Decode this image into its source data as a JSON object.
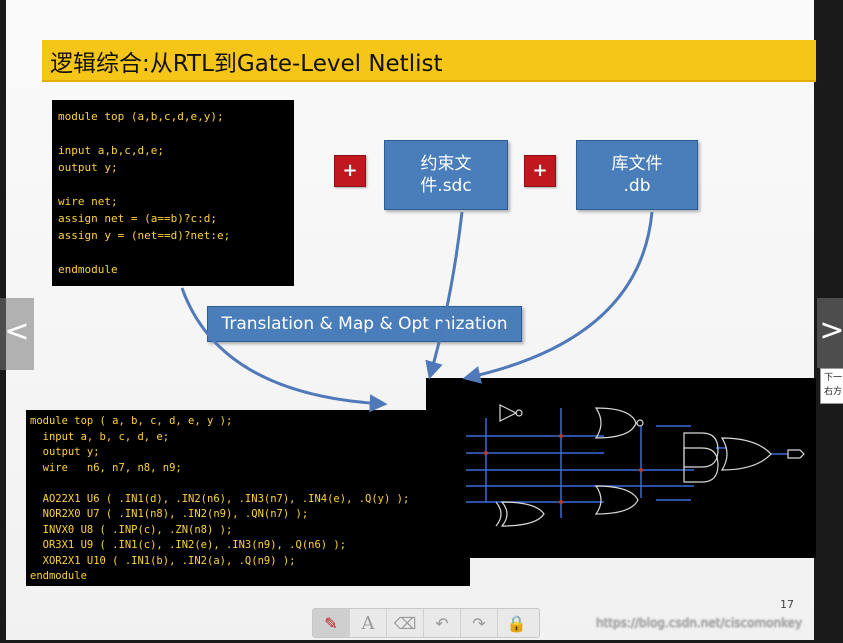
{
  "slide": {
    "title": "逻辑综合:从RTL到Gate-Level Netlist",
    "rtl_code": [
      "module top (a,b,c,d,e,y);",
      "",
      "input a,b,c,d,e;",
      "output y;",
      "",
      "wire net;",
      "assign net = (a==b)?c:d;",
      "assign y = (net==d)?net:e;",
      "",
      "endmodule"
    ],
    "constraint_box": "约束文\n件.sdc",
    "library_box": "库文件\n.db",
    "plus": "+",
    "translation_banner": "Translation & Map & Opt mization",
    "netlist_code": [
      "module top ( a, b, c, d, e, y );",
      "  input a, b, c, d, e;",
      "  output y;",
      "  wire   n6, n7, n8, n9;",
      "",
      "  AO22X1 U6 ( .IN1(d), .IN2(n6), .IN3(n7), .IN4(e), .Q(y) );",
      "  NOR2X0 U7 ( .IN1(n8), .IN2(n9), .QN(n7) );",
      "  INVX0 U8 ( .INP(c), .ZN(n8) );",
      "  OR3X1 U9 ( .IN1(c), .IN2(e), .IN3(n9), .Q(n6) );",
      "  XOR2X1 U10 ( .IN1(b), .IN2(a), .Q(n9) );",
      "endmodule"
    ],
    "page_number": "17"
  },
  "viewer": {
    "prev_icon": "chevron-left-icon",
    "next_icon": "chevron-right-icon",
    "prev_glyph": "<",
    "next_glyph": ">",
    "next_tooltip": "下一\n右方",
    "watermark": "https://blog.csdn.net/ciscomonkey",
    "toolbar": [
      {
        "name": "pen-tool",
        "icon": "pen-icon",
        "glyph": "✎"
      },
      {
        "name": "text-tool",
        "icon": "text-icon",
        "glyph": "A"
      },
      {
        "name": "eraser-tool",
        "icon": "eraser-icon",
        "glyph": "⌫"
      },
      {
        "name": "undo-tool",
        "icon": "undo-icon",
        "glyph": "↶"
      },
      {
        "name": "redo-tool",
        "icon": "redo-icon",
        "glyph": "↷"
      },
      {
        "name": "lock-tool",
        "icon": "lock-icon",
        "glyph": "🔒"
      }
    ]
  },
  "colors": {
    "title_bar": "#f5c518",
    "box_blue": "#4a7ebb",
    "plus_red": "#c0181e",
    "code_text": "#ffd23c"
  }
}
